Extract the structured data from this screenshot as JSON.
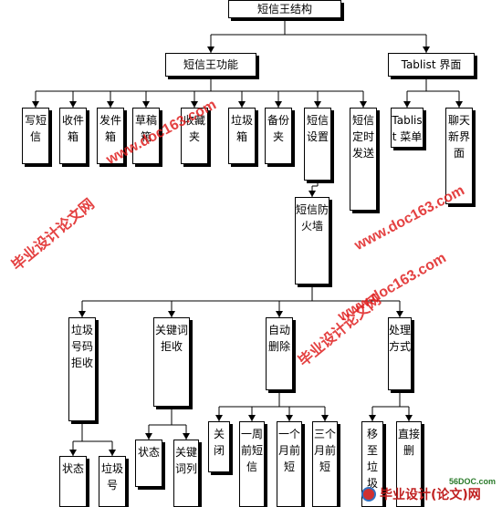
{
  "nodes": {
    "root": "短信王结构",
    "func": "短信王功能",
    "tablist": "Tablist 界面",
    "write": "写短信",
    "inbox": "收件箱",
    "outbox": "发件箱",
    "drafts": "草稿箱",
    "favorites": "收藏夹",
    "trash": "垃圾箱",
    "backup": "备份夹",
    "settings": "短信设置",
    "timed": "短信定时发送",
    "tablist_menu": "Tablist 菜单",
    "chat": "聊天新界面",
    "firewall": "短信防火墙",
    "junk_number": "垃圾号码拒收",
    "keyword": "关键词拒收",
    "auto_delete": "自动删除",
    "handling": "处理方式",
    "jn_status": "状态",
    "jn_list": "垃圾号",
    "kw_status": "状态",
    "kw_list": "关键词列",
    "ad_off": "关闭",
    "ad_week": "一周前短信",
    "ad_month": "一个月前短",
    "ad_3month": "三个月前短",
    "h_move": "移至垃圾",
    "h_delete": "直接删"
  },
  "watermarks": {
    "site_url": "www.doc163.com",
    "brand": "毕业设计论文网"
  },
  "logo": {
    "site": "56DOC.com",
    "text": "毕业设计(论文)网"
  }
}
